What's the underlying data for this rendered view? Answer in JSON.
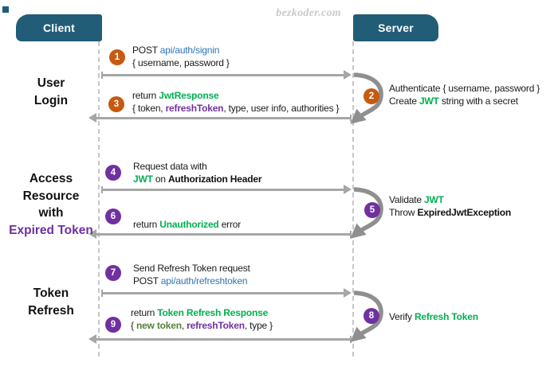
{
  "watermark": "bezkoder.com",
  "actors": {
    "client": "Client",
    "server": "Server"
  },
  "colors": {
    "header_bg": "#215d76",
    "badge_orange": "#c55a11",
    "badge_purple": "#7030a0",
    "link_blue": "#2e75b6",
    "green": "#00b050",
    "dark_green": "#538135",
    "purple_text": "#7030a0",
    "arrow_gray": "#a6a6a6",
    "loop_gray": "#8f8f8f",
    "lifeline_gray": "#c7c7c7",
    "watermark_gray": "#c9c9c9"
  },
  "sections": [
    {
      "name": "user-login",
      "lines": [
        [
          {
            "t": "User",
            "s": "dark"
          }
        ],
        [
          {
            "t": "Login",
            "s": "dark"
          }
        ]
      ]
    },
    {
      "name": "access-resource-with-expired-token",
      "lines": [
        [
          {
            "t": "Access",
            "s": "dark"
          }
        ],
        [
          {
            "t": "Resource",
            "s": "dark"
          }
        ],
        [
          {
            "t": "with",
            "s": "dark"
          }
        ],
        [
          {
            "t": "Expired Token",
            "s": "purple"
          }
        ]
      ]
    },
    {
      "name": "token-refresh",
      "lines": [
        [
          {
            "t": "Token",
            "s": "dark"
          }
        ],
        [
          {
            "t": "Refresh",
            "s": "dark"
          }
        ]
      ]
    }
  ],
  "steps": [
    {
      "num": "1",
      "badge": "orange",
      "direction": "client-to-server",
      "lines": [
        [
          {
            "t": "POST ",
            "s": "plain"
          },
          {
            "t": "api/auth/signin",
            "s": "blue"
          }
        ],
        [
          {
            "t": "{ username, password }",
            "s": "plain"
          }
        ]
      ]
    },
    {
      "num": "2",
      "badge": "orange",
      "direction": "server-self",
      "lines": [
        [
          {
            "t": "Authenticate { username, password }",
            "s": "plain"
          }
        ],
        [
          {
            "t": "Create ",
            "s": "plain"
          },
          {
            "t": "JWT",
            "s": "green"
          },
          {
            "t": " string with a secret",
            "s": "plain"
          }
        ]
      ]
    },
    {
      "num": "3",
      "badge": "orange",
      "direction": "server-to-client",
      "lines": [
        [
          {
            "t": "return ",
            "s": "plain"
          },
          {
            "t": "JwtResponse",
            "s": "green"
          }
        ],
        [
          {
            "t": "{ token, ",
            "s": "plain"
          },
          {
            "t": "refreshToken",
            "s": "purple"
          },
          {
            "t": ", type, user info, authorities }",
            "s": "plain"
          }
        ]
      ]
    },
    {
      "num": "4",
      "badge": "purple",
      "direction": "client-to-server",
      "lines": [
        [
          {
            "t": "Request data with",
            "s": "plain"
          }
        ],
        [
          {
            "t": "JWT",
            "s": "green"
          },
          {
            "t": " on ",
            "s": "plain"
          },
          {
            "t": "Authorization Header",
            "s": "bold"
          }
        ]
      ]
    },
    {
      "num": "5",
      "badge": "purple",
      "direction": "server-self",
      "lines": [
        [
          {
            "t": "Validate ",
            "s": "plain"
          },
          {
            "t": "JWT",
            "s": "green"
          }
        ],
        [
          {
            "t": "Throw ",
            "s": "plain"
          },
          {
            "t": "ExpiredJwtException",
            "s": "bold"
          }
        ]
      ]
    },
    {
      "num": "6",
      "badge": "purple",
      "direction": "server-to-client",
      "lines": [
        [
          {
            "t": "return ",
            "s": "plain"
          },
          {
            "t": "Unauthorized",
            "s": "green"
          },
          {
            "t": " error",
            "s": "plain"
          }
        ]
      ]
    },
    {
      "num": "7",
      "badge": "purple",
      "direction": "client-to-server",
      "lines": [
        [
          {
            "t": "Send Refresh Token request",
            "s": "plain"
          }
        ],
        [
          {
            "t": "POST ",
            "s": "plain"
          },
          {
            "t": "api/auth/refreshtoken",
            "s": "blue"
          }
        ]
      ]
    },
    {
      "num": "8",
      "badge": "purple",
      "direction": "server-self",
      "lines": [
        [
          {
            "t": "Verify ",
            "s": "plain"
          },
          {
            "t": "Refresh Token",
            "s": "green"
          }
        ]
      ]
    },
    {
      "num": "9",
      "badge": "purple",
      "direction": "server-to-client",
      "lines": [
        [
          {
            "t": "return ",
            "s": "plain"
          },
          {
            "t": "Token Refresh Response",
            "s": "green"
          }
        ],
        [
          {
            "t": "{ ",
            "s": "plain"
          },
          {
            "t": "new token",
            "s": "olive"
          },
          {
            "t": ", ",
            "s": "plain"
          },
          {
            "t": "refreshToken",
            "s": "purple"
          },
          {
            "t": ", type }",
            "s": "plain"
          }
        ]
      ]
    }
  ]
}
